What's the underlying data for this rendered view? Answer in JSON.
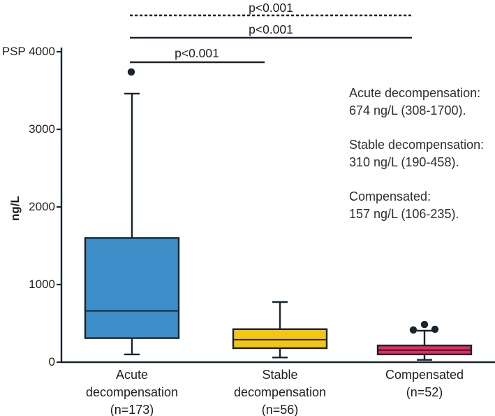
{
  "chart_data": {
    "type": "box",
    "title": "",
    "ylabel": "ng/L",
    "yaxis_name": "PSP",
    "unit": "ng/L",
    "ylim": [
      0,
      4000
    ],
    "yticks": [
      4000,
      3000,
      2000,
      1000,
      0
    ],
    "grid": false,
    "groups": [
      {
        "name": "Acute decompensation",
        "n": 173,
        "label_lines": [
          "Acute",
          "decompensation",
          "(n=173)"
        ],
        "color": "#3d8ec9",
        "whisker_low": 100,
        "q1": 310,
        "median": 660,
        "q3": 1600,
        "whisker_high": 3460,
        "outliers": [
          {
            "dx": -1,
            "value": 3740
          }
        ],
        "center_x": 189
      },
      {
        "name": "Stable decompensation",
        "n": 56,
        "label_lines": [
          "Stable",
          "decompensation",
          "(n=56)"
        ],
        "color": "#f5c513",
        "whisker_low": 60,
        "q1": 180,
        "median": 290,
        "q3": 425,
        "whisker_high": 775,
        "outliers": [],
        "center_x": 401
      },
      {
        "name": "Compensated",
        "n": 52,
        "label_lines": [
          "Compensated",
          "(n=52)"
        ],
        "color": "#e9295c",
        "whisker_low": 30,
        "q1": 100,
        "median": 155,
        "q3": 215,
        "whisker_high": 405,
        "outliers": [
          {
            "dx": -16,
            "value": 415
          },
          {
            "dx": 0,
            "value": 486
          },
          {
            "dx": 15,
            "value": 423
          }
        ],
        "center_x": 608
      }
    ],
    "sig_bars": [
      {
        "label": "p<0.001",
        "style": "dashed",
        "y": 22,
        "x1": 186,
        "x2": 589
      },
      {
        "label": "p<0.001",
        "style": "solid",
        "y": 54,
        "x1": 186,
        "x2": 590
      },
      {
        "label": "p<0.001",
        "style": "solid",
        "y": 89,
        "x1": 186,
        "x2": 379
      }
    ],
    "annotations": [
      {
        "title": "Acute decompensation:",
        "value": "674 ng/L (308-1700)."
      },
      {
        "title": "Stable decompensation:",
        "value": "310 ng/L (190-458)."
      },
      {
        "title": "Compensated:",
        "value": "157 ng/L (106-235)."
      }
    ],
    "styles": {
      "line_color": "#17242e",
      "text_color": "#222222"
    }
  }
}
